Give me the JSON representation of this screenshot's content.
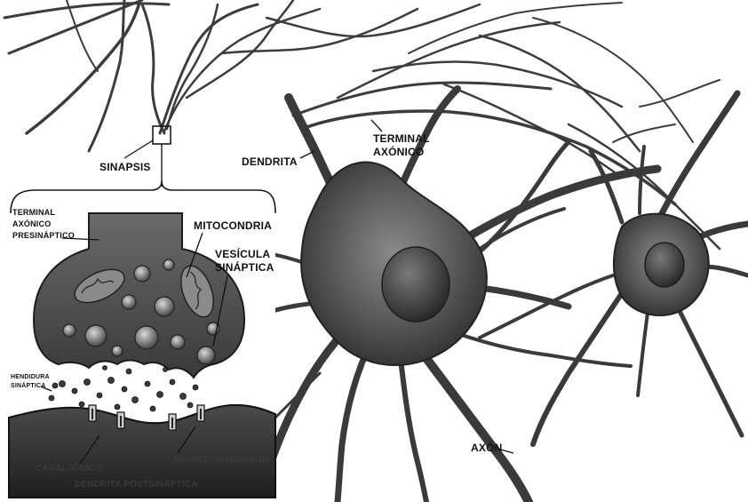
{
  "labels": {
    "sinapsis": "SINAPSIS",
    "dendrita": "DENDRITA",
    "terminal_axonico_1": "TERMINAL",
    "terminal_axonico_2": "AXÓNICO",
    "terminal_pre_1": "TERMINAL",
    "terminal_pre_2": "AXÓNICO",
    "terminal_pre_3": "PRESINÁPTICO",
    "mitocondria": "MITOCONDRIA",
    "vesicula_1": "VESÍCULA",
    "vesicula_2": "SINÁPTICA",
    "hendidura_1": "HENDIDURA",
    "hendidura_2": "SINÁPTICA",
    "axon": "AXÓN",
    "neurotransmisor": "NEUROTRANSMISOR",
    "canal_ionico": "CANAL IÓNICO",
    "dendrita_postsinaptica": "DENDRITA POSTSINÁPTICA"
  },
  "colors": {
    "background": "#ffffff",
    "neuron": "#4a4a4a",
    "neuron_dark": "#2a2a2a",
    "inset_bg": "#e8e8e8",
    "terminal": "#5a5a5a",
    "post_membrane": "#3a3a3a"
  }
}
